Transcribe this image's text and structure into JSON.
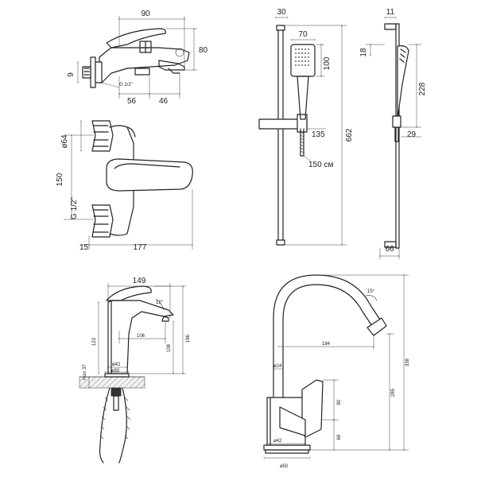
{
  "bath_mixer_side": {
    "dim_width": "90",
    "dim_height": "80",
    "dim_left": "9",
    "dim_offset": "56",
    "dim_spout": "46",
    "thread": "G 1/2\""
  },
  "bath_mixer_front": {
    "dim_diameter": "ø64",
    "dim_center": "150",
    "thread": "G 1/2\"",
    "dim_wall": "15",
    "dim_length": "177"
  },
  "shower_rail_front": {
    "dim_top": "30",
    "dim_head_width": "70",
    "dim_head_height": "100",
    "dim_holder": "135",
    "dim_total": "662",
    "hose": "150 см"
  },
  "shower_rail_side": {
    "dim_top": "11",
    "dim_offset": "18",
    "dim_head": "228",
    "dim_lower": "29",
    "dim_depth": "66"
  },
  "basin_mixer": {
    "dim_width": "149",
    "dim_angle": "12°",
    "dim_reach": "106",
    "dim_spout_height": "108",
    "dim_height": "166",
    "dim_body": "123",
    "dim_max": "max 37",
    "dim_d42": "ø42",
    "dim_d50": "ø50"
  },
  "kitchen_mixer": {
    "dim_angle": "15°",
    "dim_reach": "184",
    "dim_d24": "ø24",
    "dim_80": "80",
    "dim_285": "285",
    "dim_338": "338",
    "dim_68": "68",
    "dim_d42": "ø42",
    "dim_d50": "ø50"
  }
}
